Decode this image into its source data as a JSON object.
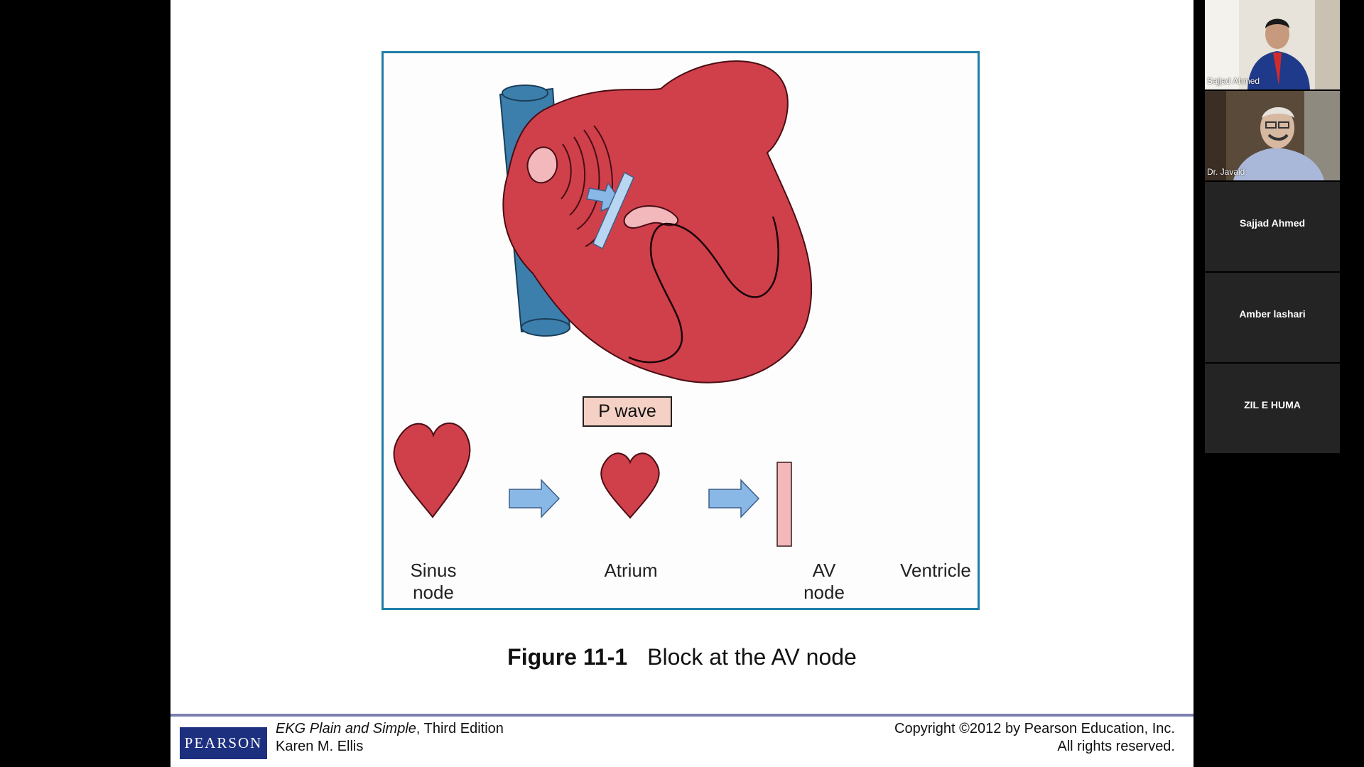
{
  "slide": {
    "figure": {
      "pwave_label": "P wave",
      "labels": {
        "sinus_line1": "Sinus",
        "sinus_line2": "node",
        "atrium": "Atrium",
        "av_line1": "AV",
        "av_line2": "node",
        "ventricle": "Ventricle"
      }
    },
    "caption": {
      "number": "Figure 11-1",
      "text": "Block at the AV node"
    },
    "footer": {
      "logo": "PEARSON",
      "book_title": "EKG Plain and Simple",
      "edition": ", Third Edition",
      "author": "Karen M. Ellis",
      "copyright_line1": "Copyright ©2012 by Pearson Education, Inc.",
      "copyright_line2": "All rights reserved."
    }
  },
  "participants": [
    {
      "name": "Sajjad Ahmed",
      "video": true
    },
    {
      "name": "Dr. Javaid",
      "video": true
    },
    {
      "name": "Sajjad Ahmed",
      "video": false
    },
    {
      "name": "Amber lashari",
      "video": false
    },
    {
      "name": "ZIL E HUMA",
      "video": false
    }
  ],
  "colors": {
    "heart_red": "#cf404b",
    "vessel_blue": "#3c7fac",
    "arrow_blue": "#8ab8e6",
    "node_pink": "#f2b8bc",
    "frame_border": "#1f7ea7",
    "logo_blue": "#1d2f7f"
  }
}
